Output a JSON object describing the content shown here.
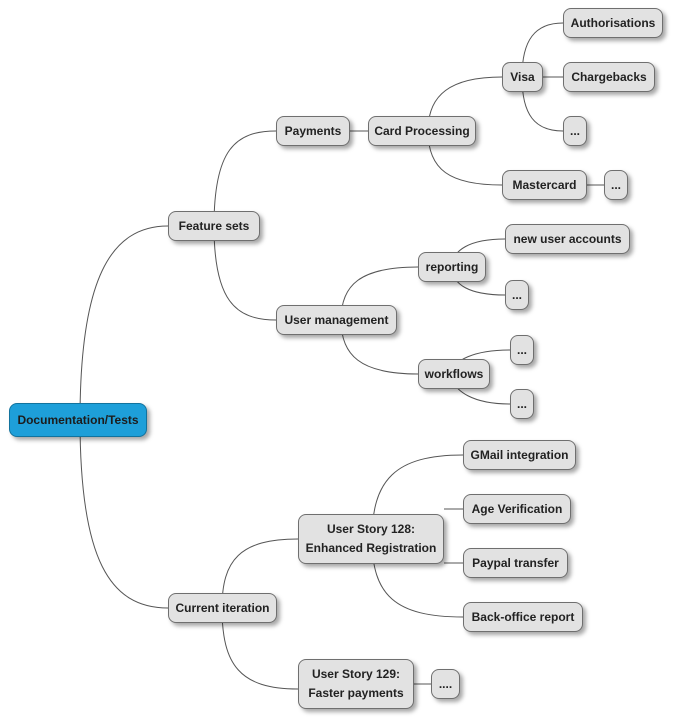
{
  "diagram": {
    "root": "Documentation/Tests",
    "feature_sets": {
      "label": "Feature sets",
      "payments": "Payments",
      "card_processing": "Card Processing",
      "visa": "Visa",
      "authorisations": "Authorisations",
      "chargebacks": "Chargebacks",
      "visa_more": "...",
      "mastercard": "Mastercard",
      "mastercard_more": "...",
      "user_management": "User management",
      "reporting": "reporting",
      "new_user_accounts": "new user accounts",
      "reporting_more": "...",
      "workflows": "workflows",
      "workflows_more_1": "...",
      "workflows_more_2": "..."
    },
    "current_iteration": {
      "label": "Current iteration",
      "story_128_line1": "User Story 128:",
      "story_128_line2": "Enhanced Registration",
      "gmail_integration": "GMail integration",
      "age_verification": "Age Verification",
      "paypal_transfer": "Paypal transfer",
      "back_office_report": "Back-office report",
      "story_129_line1": "User Story 129:",
      "story_129_line2": "Faster payments",
      "story_129_more": "...."
    }
  }
}
